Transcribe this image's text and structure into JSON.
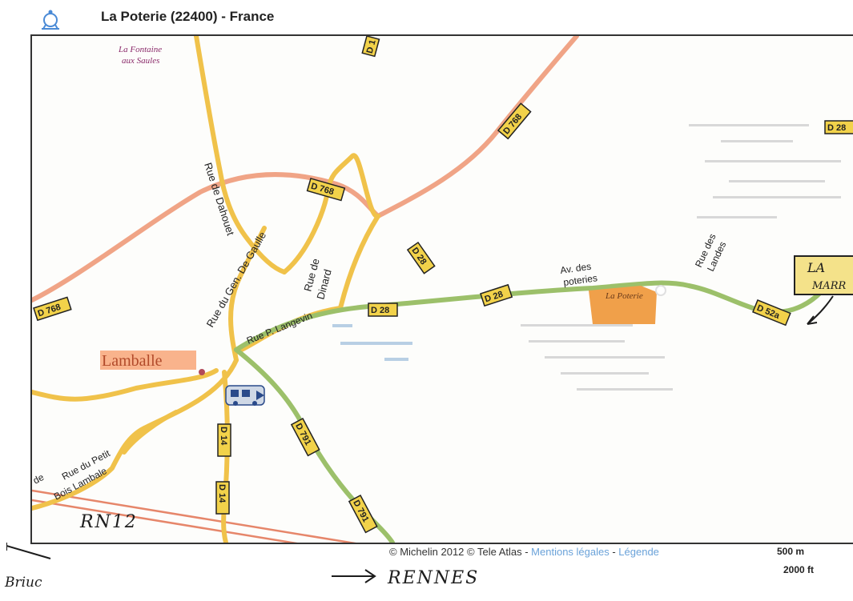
{
  "header": {
    "title": "La Poterie (22400) - France",
    "logo_icon": "michelin-compass-icon"
  },
  "map": {
    "places": {
      "fontaine_line1": "La Fontaine",
      "fontaine_line2": "aux Saules",
      "lamballe": "Lamballe",
      "poterie": "La Poterie",
      "la_marre_line1": "LA",
      "la_marre_line2": "MARR"
    },
    "streets": {
      "dahouet": "Rue de Dahouet",
      "gen_de_gaulle": "Rue du Gen. De Gaulle",
      "dinard_line1": "Rue de",
      "dinard_line2": "Dinard",
      "langevin": "Rue P. Langevin",
      "poteries_line1": "Av. des",
      "poteries_line2": "poteries",
      "landes_line1": "Rue des",
      "landes_line2": "Landes",
      "petit_line1": "Rue du Petit",
      "petit_line2": "Bois Lambale",
      "de": "de"
    },
    "shields": {
      "d1": "D 1",
      "d768": "D 768",
      "d28": "D 28",
      "d52a": "D 52a",
      "d791": "D 791",
      "d14": "D 14"
    },
    "colors": {
      "major_road": "#f0a486",
      "secondary_road": "#f0c24a",
      "green_route": "#9cc06a",
      "shield_fill": "#f2d24a",
      "town_fill": "#f0a04a",
      "rail": "#e6866a"
    },
    "icons": {
      "station": "train-station-icon"
    }
  },
  "footer": {
    "copyright": "© Michelin 2012 © Tele Atlas - ",
    "legal_link": "Mentions légales",
    "separator": " - ",
    "legend_link": "Légende",
    "scale_metric": "500 m",
    "scale_imperial": "2000 ft"
  },
  "annotations": {
    "rn12": "RN12",
    "rennes": "RENNES",
    "briuc": "Briuc"
  }
}
